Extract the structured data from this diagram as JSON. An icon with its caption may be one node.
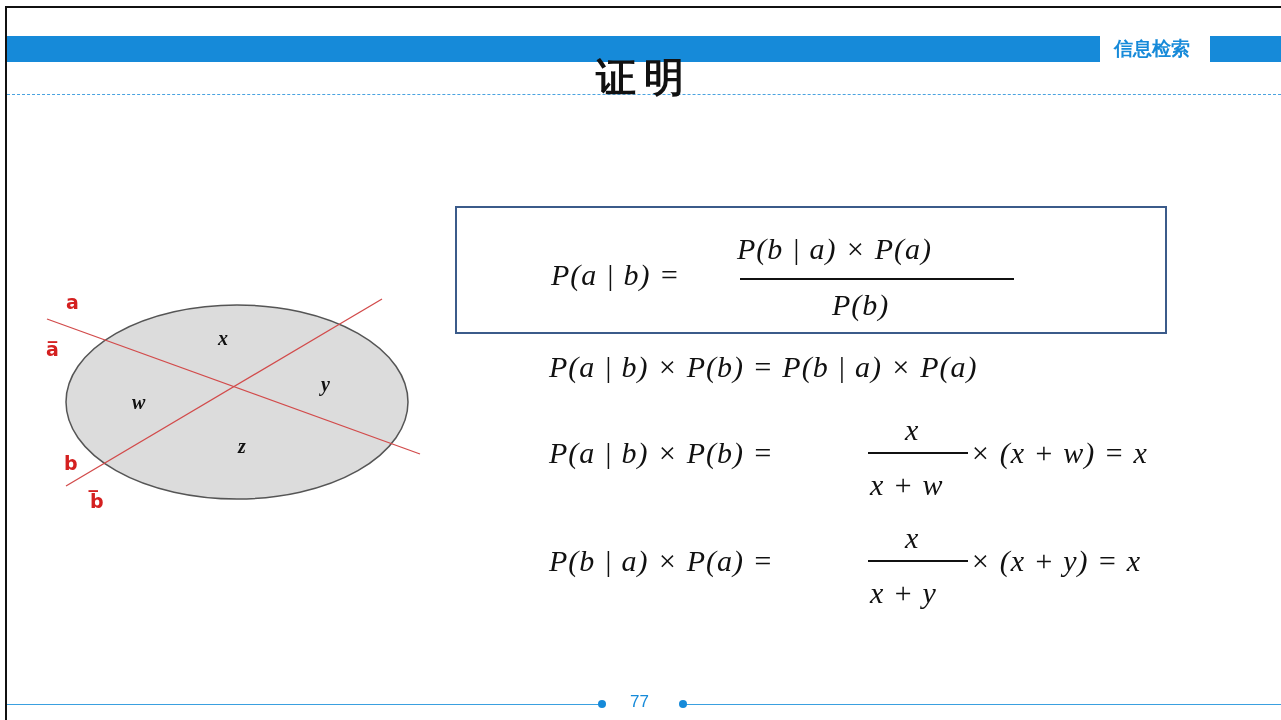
{
  "diagram": {
    "title": "证明",
    "nodes": [
      {
        "text": [
          "P(a | b) =",
          "P(b | a) × P(a)",
          "P(b)"
        ]
      },
      {
        "text": [
          "x",
          "y",
          "w",
          "z"
        ]
      }
    ],
    "edges": [],
    "labels": [
      "信息检索",
      "a",
      "a̅",
      "b",
      "b̅",
      "P(a | b) × P(b) = P(b | a) × P(a)",
      "P(a | b) × P(b) =",
      "x",
      "x + w",
      "× (x + w) = x",
      "P(b | a) × P(a) =",
      "x",
      "x + y",
      "× (x + y) = x",
      "77"
    ]
  }
}
